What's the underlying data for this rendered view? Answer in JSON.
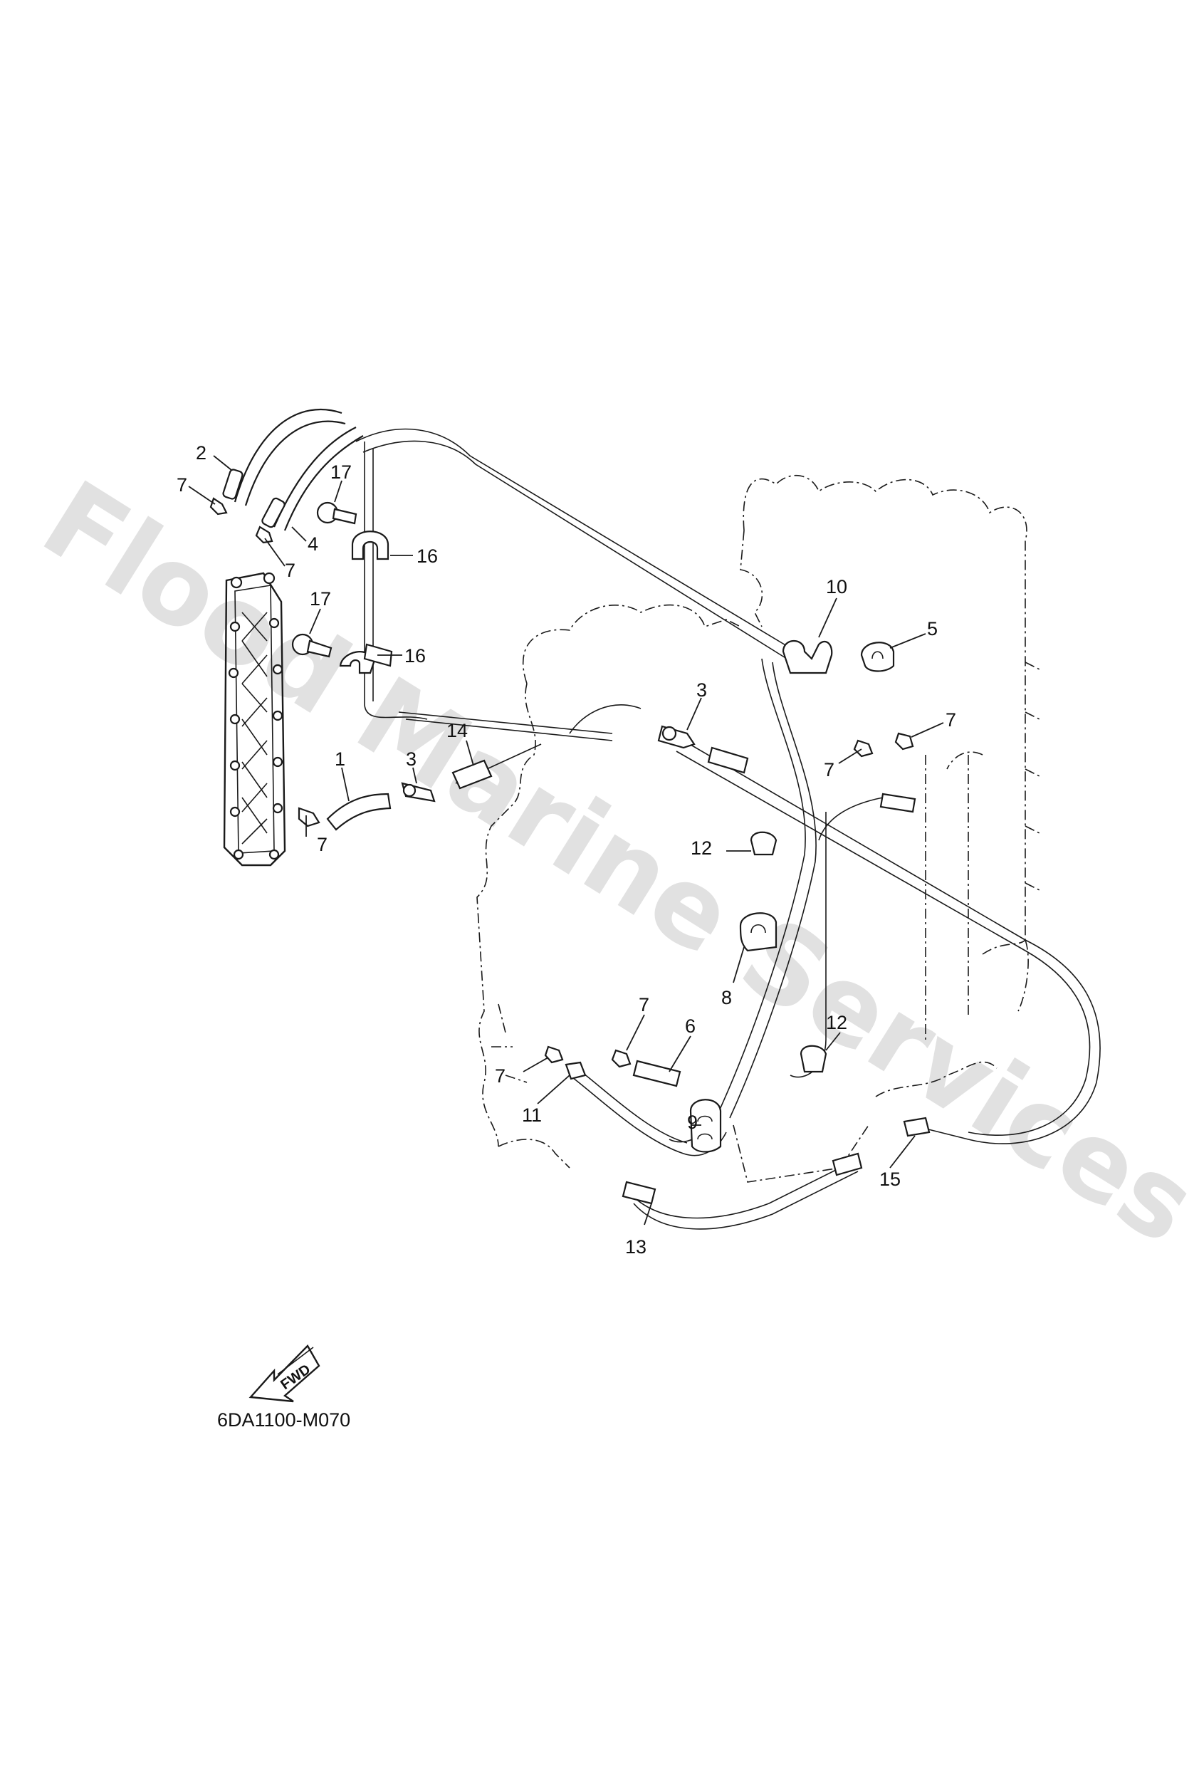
{
  "diagram": {
    "callouts": [
      "1",
      "2",
      "3",
      "4",
      "5",
      "6",
      "7",
      "8",
      "9",
      "10",
      "11",
      "12",
      "13",
      "14",
      "15",
      "16",
      "17"
    ],
    "drawing_code": "6DA1100-M070",
    "fwd_label": "FWD",
    "watermark": "Flood Marine Services"
  }
}
